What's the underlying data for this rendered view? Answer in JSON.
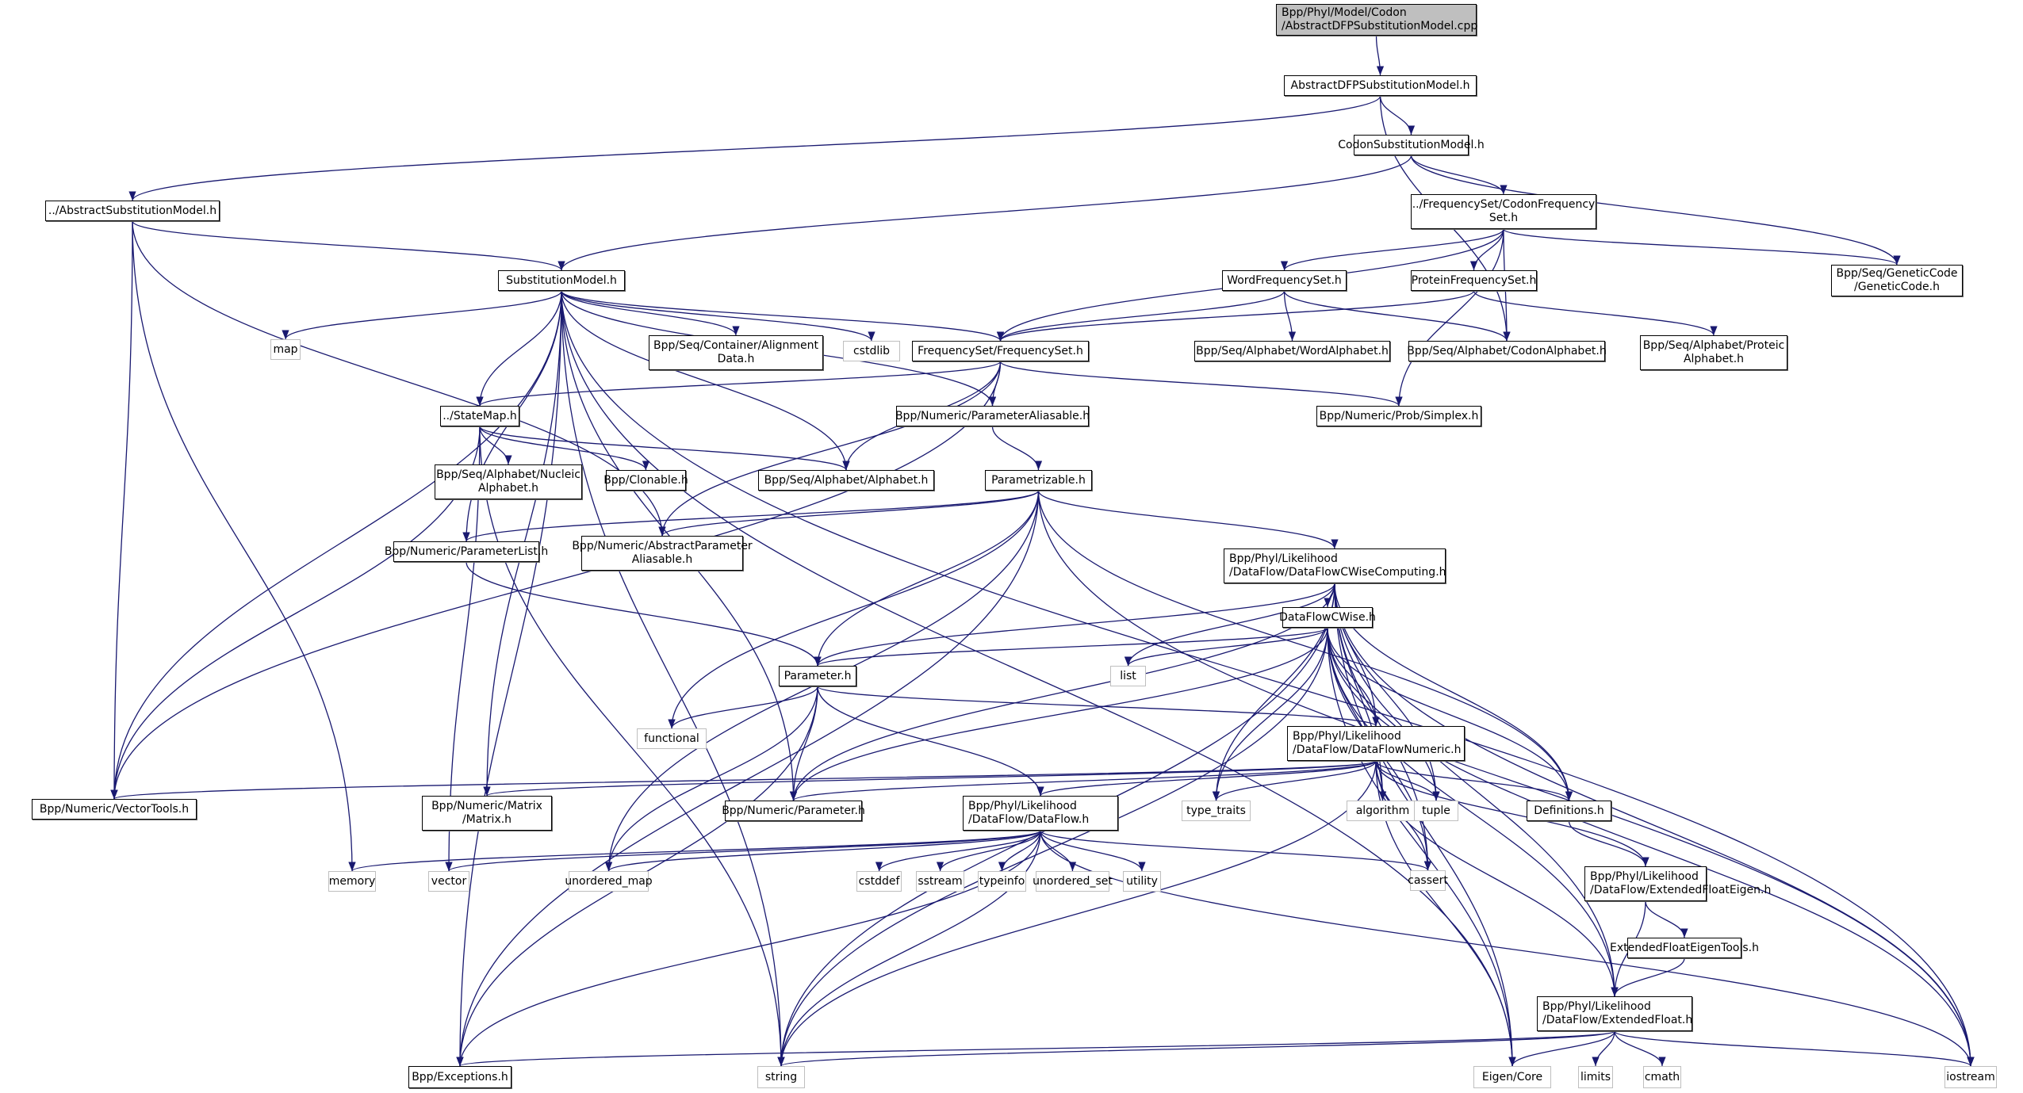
{
  "diagram": {
    "type": "include-dependency-graph",
    "edge_color": "#191970",
    "root_fill": "#bfbfbf",
    "system_header_border": "#bfbfbf",
    "nodes": [
      {
        "id": "root",
        "label": "Bpp/Phyl/Model/Codon\n/AbstractDFPSubstitutionModel.cpp",
        "kind": "root"
      },
      {
        "id": "adfp",
        "label": "AbstractDFPSubstitutionModel.h",
        "kind": "project"
      },
      {
        "id": "codonsm",
        "label": "CodonSubstitutionModel.h",
        "kind": "project"
      },
      {
        "id": "abssm",
        "label": "../AbstractSubstitutionModel.h",
        "kind": "project"
      },
      {
        "id": "codonfs",
        "label": "../FrequencySet/CodonFrequency\nSet.h",
        "kind": "project"
      },
      {
        "id": "gencode",
        "label": "Bpp/Seq/GeneticCode\n/GeneticCode.h",
        "kind": "project"
      },
      {
        "id": "sm",
        "label": "SubstitutionModel.h",
        "kind": "project"
      },
      {
        "id": "wordfs",
        "label": "WordFrequencySet.h",
        "kind": "project"
      },
      {
        "id": "protfs",
        "label": "ProteinFrequencySet.h",
        "kind": "project"
      },
      {
        "id": "map",
        "label": "map",
        "kind": "system"
      },
      {
        "id": "aligndata",
        "label": "Bpp/Seq/Container/Alignment\nData.h",
        "kind": "project"
      },
      {
        "id": "cstdlib",
        "label": "cstdlib",
        "kind": "system"
      },
      {
        "id": "fs",
        "label": "FrequencySet/FrequencySet.h",
        "kind": "project"
      },
      {
        "id": "wordalpha",
        "label": "Bpp/Seq/Alphabet/WordAlphabet.h",
        "kind": "project"
      },
      {
        "id": "codonalpha",
        "label": "Bpp/Seq/Alphabet/CodonAlphabet.h",
        "kind": "project"
      },
      {
        "id": "protalpha",
        "label": "Bpp/Seq/Alphabet/Proteic\nAlphabet.h",
        "kind": "project"
      },
      {
        "id": "statemap",
        "label": "../StateMap.h",
        "kind": "project"
      },
      {
        "id": "paramalias",
        "label": "Bpp/Numeric/ParameterAliasable.h",
        "kind": "project"
      },
      {
        "id": "simplex",
        "label": "Bpp/Numeric/Prob/Simplex.h",
        "kind": "project"
      },
      {
        "id": "nucalpha",
        "label": "Bpp/Seq/Alphabet/Nucleic\nAlphabet.h",
        "kind": "project"
      },
      {
        "id": "clonable",
        "label": "Bpp/Clonable.h",
        "kind": "project"
      },
      {
        "id": "alpha",
        "label": "Bpp/Seq/Alphabet/Alphabet.h",
        "kind": "project"
      },
      {
        "id": "parametrizable",
        "label": "Parametrizable.h",
        "kind": "project"
      },
      {
        "id": "paramlist",
        "label": "Bpp/Numeric/ParameterList.h",
        "kind": "project"
      },
      {
        "id": "absparamalias",
        "label": "Bpp/Numeric/AbstractParameter\nAliasable.h",
        "kind": "project"
      },
      {
        "id": "dfcwc",
        "label": "Bpp/Phyl/Likelihood\n/DataFlow/DataFlowCWiseComputing.h",
        "kind": "project"
      },
      {
        "id": "dfcw",
        "label": "DataFlowCWise.h",
        "kind": "project"
      },
      {
        "id": "parameter",
        "label": "Parameter.h",
        "kind": "project"
      },
      {
        "id": "list",
        "label": "list",
        "kind": "system"
      },
      {
        "id": "functional",
        "label": "functional",
        "kind": "system"
      },
      {
        "id": "dfnum",
        "label": "Bpp/Phyl/Likelihood\n/DataFlow/DataFlowNumeric.h",
        "kind": "project"
      },
      {
        "id": "vectortools",
        "label": "Bpp/Numeric/VectorTools.h",
        "kind": "project"
      },
      {
        "id": "matrix",
        "label": "Bpp/Numeric/Matrix\n/Matrix.h",
        "kind": "project"
      },
      {
        "id": "numparam",
        "label": "Bpp/Numeric/Parameter.h",
        "kind": "project"
      },
      {
        "id": "dataflow",
        "label": "Bpp/Phyl/Likelihood\n/DataFlow/DataFlow.h",
        "kind": "project"
      },
      {
        "id": "typetraits",
        "label": "type_traits",
        "kind": "system"
      },
      {
        "id": "algorithm",
        "label": "algorithm",
        "kind": "system"
      },
      {
        "id": "tuple",
        "label": "tuple",
        "kind": "system"
      },
      {
        "id": "definitions",
        "label": "Definitions.h",
        "kind": "project"
      },
      {
        "id": "memory",
        "label": "memory",
        "kind": "system"
      },
      {
        "id": "vector",
        "label": "vector",
        "kind": "system"
      },
      {
        "id": "unordered_map",
        "label": "unordered_map",
        "kind": "system"
      },
      {
        "id": "cstddef",
        "label": "cstddef",
        "kind": "system"
      },
      {
        "id": "sstream",
        "label": "sstream",
        "kind": "system"
      },
      {
        "id": "typeinfo",
        "label": "typeinfo",
        "kind": "system"
      },
      {
        "id": "unordered_set",
        "label": "unordered_set",
        "kind": "system"
      },
      {
        "id": "utility",
        "label": "utility",
        "kind": "system"
      },
      {
        "id": "cassert",
        "label": "cassert",
        "kind": "system"
      },
      {
        "id": "efeigen",
        "label": "Bpp/Phyl/Likelihood\n/DataFlow/ExtendedFloatEigen.h",
        "kind": "project"
      },
      {
        "id": "efeigentools",
        "label": "ExtendedFloatEigenTools.h",
        "kind": "project"
      },
      {
        "id": "extfloat",
        "label": "Bpp/Phyl/Likelihood\n/DataFlow/ExtendedFloat.h",
        "kind": "project"
      },
      {
        "id": "exceptions",
        "label": "Bpp/Exceptions.h",
        "kind": "project"
      },
      {
        "id": "string",
        "label": "string",
        "kind": "system"
      },
      {
        "id": "eigencore",
        "label": "Eigen/Core",
        "kind": "system"
      },
      {
        "id": "limits",
        "label": "limits",
        "kind": "system"
      },
      {
        "id": "cmath",
        "label": "cmath",
        "kind": "system"
      },
      {
        "id": "iostream",
        "label": "iostream",
        "kind": "system"
      }
    ],
    "edges": [
      [
        "root",
        "adfp"
      ],
      [
        "adfp",
        "abssm"
      ],
      [
        "adfp",
        "codonsm"
      ],
      [
        "adfp",
        "codonalpha"
      ],
      [
        "codonsm",
        "sm"
      ],
      [
        "codonsm",
        "codonfs"
      ],
      [
        "codonsm",
        "gencode"
      ],
      [
        "abssm",
        "sm"
      ],
      [
        "abssm",
        "vectortools"
      ],
      [
        "abssm",
        "memory"
      ],
      [
        "abssm",
        "absparamalias"
      ],
      [
        "codonfs",
        "fs"
      ],
      [
        "codonfs",
        "wordfs"
      ],
      [
        "codonfs",
        "protfs"
      ],
      [
        "codonfs",
        "codonalpha"
      ],
      [
        "codonfs",
        "gencode"
      ],
      [
        "codonfs",
        "simplex"
      ],
      [
        "sm",
        "map"
      ],
      [
        "sm",
        "aligndata"
      ],
      [
        "sm",
        "cstdlib"
      ],
      [
        "sm",
        "fs"
      ],
      [
        "sm",
        "statemap"
      ],
      [
        "sm",
        "paramalias"
      ],
      [
        "sm",
        "alpha"
      ],
      [
        "sm",
        "paramlist"
      ],
      [
        "sm",
        "matrix"
      ],
      [
        "sm",
        "vectortools"
      ],
      [
        "sm",
        "exceptions"
      ],
      [
        "sm",
        "string"
      ],
      [
        "sm",
        "numparam"
      ],
      [
        "sm",
        "iostream"
      ],
      [
        "sm",
        "eigencore"
      ],
      [
        "wordfs",
        "fs"
      ],
      [
        "wordfs",
        "wordalpha"
      ],
      [
        "wordfs",
        "codonalpha"
      ],
      [
        "protfs",
        "fs"
      ],
      [
        "protfs",
        "protalpha"
      ],
      [
        "fs",
        "statemap"
      ],
      [
        "fs",
        "paramalias"
      ],
      [
        "fs",
        "alpha"
      ],
      [
        "fs",
        "simplex"
      ],
      [
        "fs",
        "vectortools"
      ],
      [
        "fs",
        "absparamalias"
      ],
      [
        "statemap",
        "nucalpha"
      ],
      [
        "statemap",
        "clonable"
      ],
      [
        "statemap",
        "alpha"
      ],
      [
        "statemap",
        "vectortools"
      ],
      [
        "statemap",
        "vector"
      ],
      [
        "statemap",
        "string"
      ],
      [
        "paramalias",
        "parametrizable"
      ],
      [
        "parametrizable",
        "paramlist"
      ],
      [
        "parametrizable",
        "absparamalias"
      ],
      [
        "parametrizable",
        "parameter"
      ],
      [
        "parametrizable",
        "dfcwc"
      ],
      [
        "parametrizable",
        "functional"
      ],
      [
        "parametrizable",
        "unordered_map"
      ],
      [
        "parametrizable",
        "exceptions"
      ],
      [
        "parametrizable",
        "definitions"
      ],
      [
        "parametrizable",
        "iostream"
      ],
      [
        "paramlist",
        "parameter"
      ],
      [
        "dfcwc",
        "dfcw"
      ],
      [
        "dfcwc",
        "parameter"
      ],
      [
        "dfcwc",
        "list"
      ],
      [
        "dfcwc",
        "dfnum"
      ],
      [
        "dfcwc",
        "numparam"
      ],
      [
        "dfcwc",
        "typetraits"
      ],
      [
        "dfcwc",
        "algorithm"
      ],
      [
        "dfcwc",
        "tuple"
      ],
      [
        "dfcwc",
        "definitions"
      ],
      [
        "dfcwc",
        "cassert"
      ],
      [
        "dfcwc",
        "string"
      ],
      [
        "dfcwc",
        "eigencore"
      ],
      [
        "dfcwc",
        "extfloat"
      ],
      [
        "dfcwc",
        "iostream"
      ],
      [
        "dfcw",
        "parameter"
      ],
      [
        "dfcw",
        "list"
      ],
      [
        "dfcw",
        "dfnum"
      ],
      [
        "dfcw",
        "numparam"
      ],
      [
        "dfcw",
        "typetraits"
      ],
      [
        "dfcw",
        "algorithm"
      ],
      [
        "dfcw",
        "tuple"
      ],
      [
        "dfcw",
        "definitions"
      ],
      [
        "dfcw",
        "cassert"
      ],
      [
        "dfcw",
        "string"
      ],
      [
        "dfcw",
        "eigencore"
      ],
      [
        "dfcw",
        "extfloat"
      ],
      [
        "dfcw",
        "iostream"
      ],
      [
        "parameter",
        "functional"
      ],
      [
        "parameter",
        "dfnum"
      ],
      [
        "parameter",
        "numparam"
      ],
      [
        "parameter",
        "dataflow"
      ],
      [
        "parameter",
        "exceptions"
      ],
      [
        "parameter",
        "unordered_map"
      ],
      [
        "dfnum",
        "vectortools"
      ],
      [
        "dfnum",
        "matrix"
      ],
      [
        "dfnum",
        "numparam"
      ],
      [
        "dfnum",
        "dataflow"
      ],
      [
        "dfnum",
        "typetraits"
      ],
      [
        "dfnum",
        "algorithm"
      ],
      [
        "dfnum",
        "tuple"
      ],
      [
        "dfnum",
        "definitions"
      ],
      [
        "dfnum",
        "cassert"
      ],
      [
        "dfnum",
        "efeigen"
      ],
      [
        "dfnum",
        "extfloat"
      ],
      [
        "dfnum",
        "string"
      ],
      [
        "dfnum",
        "eigencore"
      ],
      [
        "dataflow",
        "memory"
      ],
      [
        "dataflow",
        "vector"
      ],
      [
        "dataflow",
        "unordered_map"
      ],
      [
        "dataflow",
        "cstddef"
      ],
      [
        "dataflow",
        "sstream"
      ],
      [
        "dataflow",
        "typeinfo"
      ],
      [
        "dataflow",
        "unordered_set"
      ],
      [
        "dataflow",
        "utility"
      ],
      [
        "dataflow",
        "cassert"
      ],
      [
        "dataflow",
        "exceptions"
      ],
      [
        "dataflow",
        "string"
      ],
      [
        "dataflow",
        "iostream"
      ],
      [
        "definitions",
        "efeigen"
      ],
      [
        "efeigen",
        "efeigentools"
      ],
      [
        "efeigen",
        "extfloat"
      ],
      [
        "efeigentools",
        "extfloat"
      ],
      [
        "extfloat",
        "exceptions"
      ],
      [
        "extfloat",
        "string"
      ],
      [
        "extfloat",
        "eigencore"
      ],
      [
        "extfloat",
        "limits"
      ],
      [
        "extfloat",
        "cmath"
      ],
      [
        "extfloat",
        "iostream"
      ]
    ]
  }
}
